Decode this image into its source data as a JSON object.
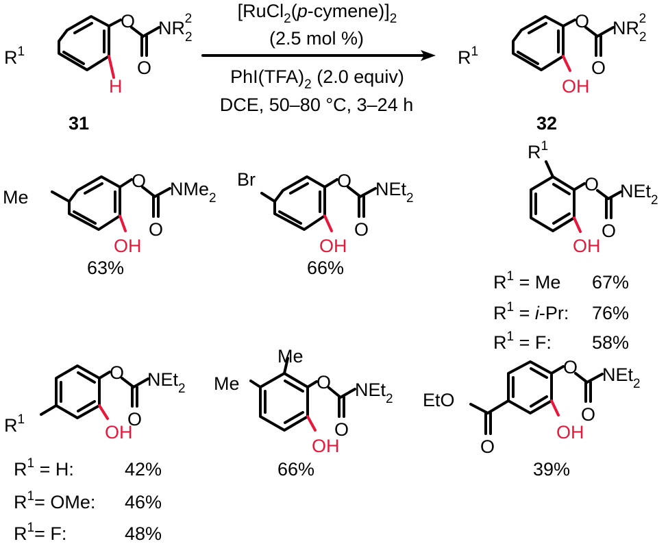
{
  "colors": {
    "ink": "#000000",
    "highlight": "#e8173b",
    "background": "#ffffff"
  },
  "reaction": {
    "substrate": {
      "label": "31",
      "substituent": "R",
      "sub_sup": "1",
      "amine_group": "NR",
      "amine_sub": "2",
      "amine_sup": "2",
      "oxygen": "O",
      "carbonyl": "O",
      "hydrogen": "H"
    },
    "product": {
      "label": "32",
      "substituent": "R",
      "sub_sup": "1",
      "amine_group": "NR",
      "amine_sub": "2",
      "amine_sup": "2",
      "oxygen": "O",
      "carbonyl": "O",
      "hydroxyl": "OH"
    },
    "conditions": {
      "catalyst_a": "[RuCl",
      "catalyst_sub": "2",
      "catalyst_b": "(",
      "catalyst_italic": "p",
      "catalyst_c": "-cymene)]",
      "catalyst_sub2": "2",
      "loading": "(2.5 mol %)",
      "oxidant_a": "PhI(TFA)",
      "oxidant_sub": "2",
      "oxidant_b": " (2.0 equiv)",
      "solvent": "DCE, 50–80 °C, 3–24 h"
    }
  },
  "examples": [
    {
      "substituent": "Me",
      "amine": "NMe",
      "amine_sub": "2",
      "oxygen": "O",
      "carbonyl": "O",
      "hydroxyl": "OH",
      "yield": "63%"
    },
    {
      "substituent": "Br",
      "amine": "NEt",
      "amine_sub": "2",
      "oxygen": "O",
      "carbonyl": "O",
      "hydroxyl": "OH",
      "yield": "66%"
    },
    {
      "substituent": "R",
      "sub_sup": "1",
      "amine": "NEt",
      "amine_sub": "2",
      "oxygen": "O",
      "carbonyl": "O",
      "hydroxyl": "OH",
      "variants": [
        {
          "r": "R",
          "sup": "1",
          "eq": " = ",
          "group": "Me",
          "italic": "",
          "rest": "",
          "yield": "67%"
        },
        {
          "r": "R",
          "sup": "1",
          "eq": " = ",
          "group": "",
          "italic": "i",
          "rest": "-Pr:",
          "yield": "76%"
        },
        {
          "r": "R",
          "sup": "1",
          "eq": " = ",
          "group": "F:",
          "italic": "",
          "rest": "",
          "yield": "58%"
        }
      ]
    },
    {
      "substituent": "R",
      "sub_sup": "1",
      "amine": "NEt",
      "amine_sub": "2",
      "oxygen": "O",
      "carbonyl": "O",
      "hydroxyl": "OH",
      "variants": [
        {
          "r": "R",
          "sup": "1",
          "eq": " = ",
          "group": "H:",
          "yield": "42%"
        },
        {
          "r": "R",
          "sup": "1",
          "eq": "= ",
          "group": "OMe:",
          "yield": "46%"
        },
        {
          "r": "R",
          "sup": "1",
          "eq": "= ",
          "group": "F:",
          "yield": "48%"
        }
      ]
    },
    {
      "substituent": "Me",
      "substituent2": "Me",
      "amine": "NEt",
      "amine_sub": "2",
      "oxygen": "O",
      "carbonyl": "O",
      "hydroxyl": "OH",
      "yield": "66%"
    },
    {
      "ester": "EtO",
      "ester_carbonyl": "O",
      "amine": "NEt",
      "amine_sub": "2",
      "oxygen": "O",
      "carbonyl": "O",
      "hydroxyl": "OH",
      "yield": "39%"
    }
  ]
}
